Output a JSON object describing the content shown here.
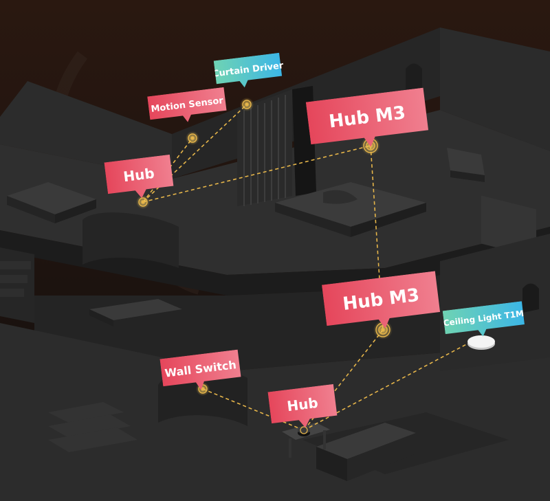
{
  "labels": {
    "curtain_driver": "Curtain Driver",
    "motion_sensor": "Motion Sensor",
    "hub_upper": "Hub",
    "hub_m3_upper": "Hub M3",
    "hub_m3_lower": "Hub M3",
    "ceiling_light": "Ceiling Light T1M",
    "wall_switch": "Wall Switch",
    "hub_lower": "Hub"
  },
  "colors": {
    "background": "#1a1412",
    "room_floor": "#2a2a2a",
    "room_wall": "#333333",
    "label_red": "#e5465b",
    "label_pink": "#f07f8f",
    "label_green": "#6fd3b3",
    "label_blue": "#3cb6e6",
    "connection_line": "#e7b64a"
  },
  "icons": {
    "device_marker": "concentric-ring-icon",
    "hub_device": "hub-device-icon",
    "ceiling_light_device": "ceiling-light-icon"
  }
}
